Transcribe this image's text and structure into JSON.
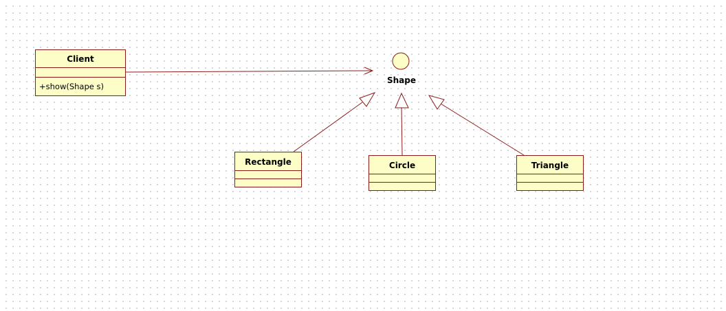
{
  "diagram": {
    "interface": {
      "name": "Shape"
    },
    "classes": {
      "client": {
        "name": "Client",
        "operations": [
          "+show(Shape s)"
        ]
      },
      "rectangle": {
        "name": "Rectangle"
      },
      "circle": {
        "name": "Circle"
      },
      "triangle": {
        "name": "Triangle"
      }
    },
    "relationships": [
      {
        "from": "Client",
        "to": "Shape",
        "type": "dependency"
      },
      {
        "from": "Rectangle",
        "to": "Shape",
        "type": "realization"
      },
      {
        "from": "Circle",
        "to": "Shape",
        "type": "realization"
      },
      {
        "from": "Triangle",
        "to": "Shape",
        "type": "realization"
      }
    ],
    "colors": {
      "stroke": "#8b1a1a",
      "fill": "#fdfdc7"
    }
  }
}
